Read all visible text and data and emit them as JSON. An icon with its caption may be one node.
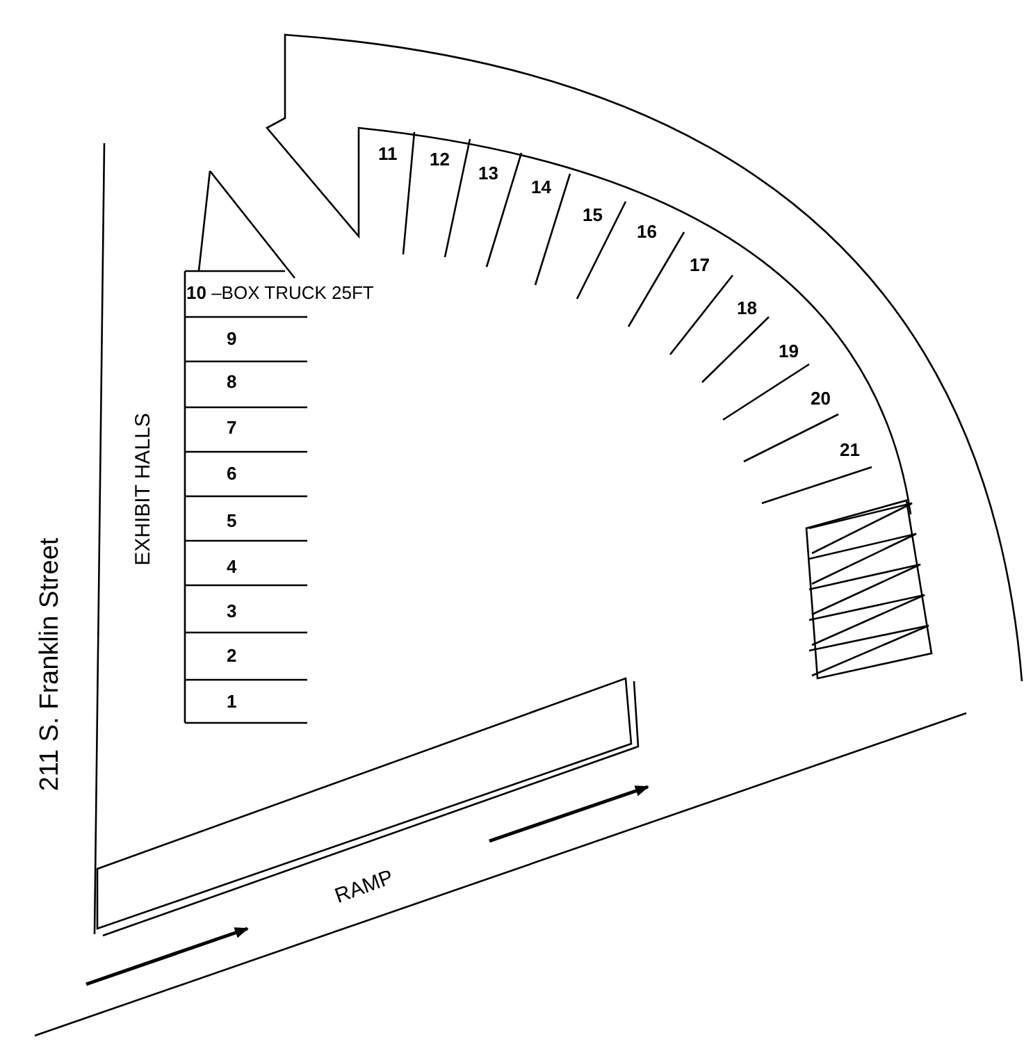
{
  "diagram": {
    "labels": [
      "11",
      "12",
      "13",
      "14",
      "15",
      "16",
      "17",
      "18",
      "19",
      "20",
      "21",
      "**10** –BOX TRUCK 25FT",
      "9",
      "8",
      "7",
      "6",
      "5",
      "4",
      "3",
      "2",
      "1",
      "EXHIBIT HALLS",
      "211 S. Franklin Street",
      "RAMP"
    ]
  }
}
